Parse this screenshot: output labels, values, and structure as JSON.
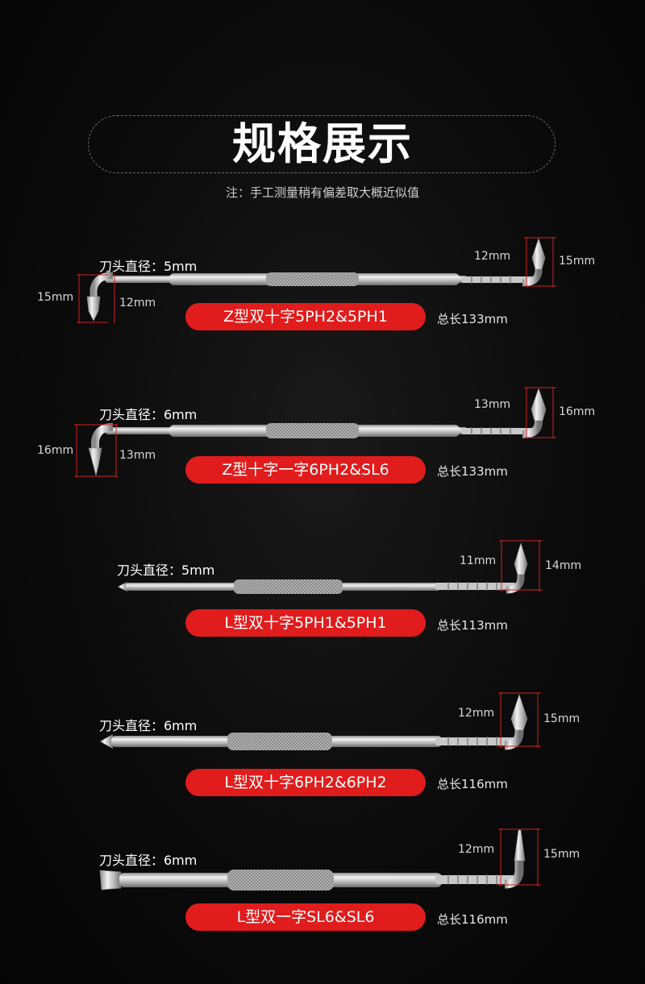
{
  "title": "规格展示",
  "note": "注：手工测量稍有偏差取大概近似值",
  "colors": {
    "badge": "#e01c1c",
    "dim_line": "#d21f1f",
    "metal": "#cfcfcf"
  },
  "items": [
    {
      "diameter": "刀头直径：5mm",
      "name": "Z型双十字5PH2&5PH1",
      "total": "总长133mm",
      "right_tip_length": "12mm",
      "right_tip_height": "15mm",
      "left_tip_height": "15mm",
      "left_tip_length": "12mm"
    },
    {
      "diameter": "刀头直径：6mm",
      "name": "Z型十字一字6PH2&SL6",
      "total": "总长133mm",
      "right_tip_length": "13mm",
      "right_tip_height": "16mm",
      "left_tip_height": "16mm",
      "left_tip_length": "13mm"
    },
    {
      "diameter": "刀头直径：5mm",
      "name": "L型双十字5PH1&5PH1",
      "total": "总长113mm",
      "right_tip_length": "11mm",
      "right_tip_height": "14mm"
    },
    {
      "diameter": "刀头直径：6mm",
      "name": "L型双十字6PH2&6PH2",
      "total": "总长116mm",
      "right_tip_length": "12mm",
      "right_tip_height": "15mm"
    },
    {
      "diameter": "刀头直径：6mm",
      "name": "L型双一字SL6&SL6",
      "total": "总长116mm",
      "right_tip_length": "12mm",
      "right_tip_height": "15mm"
    }
  ]
}
